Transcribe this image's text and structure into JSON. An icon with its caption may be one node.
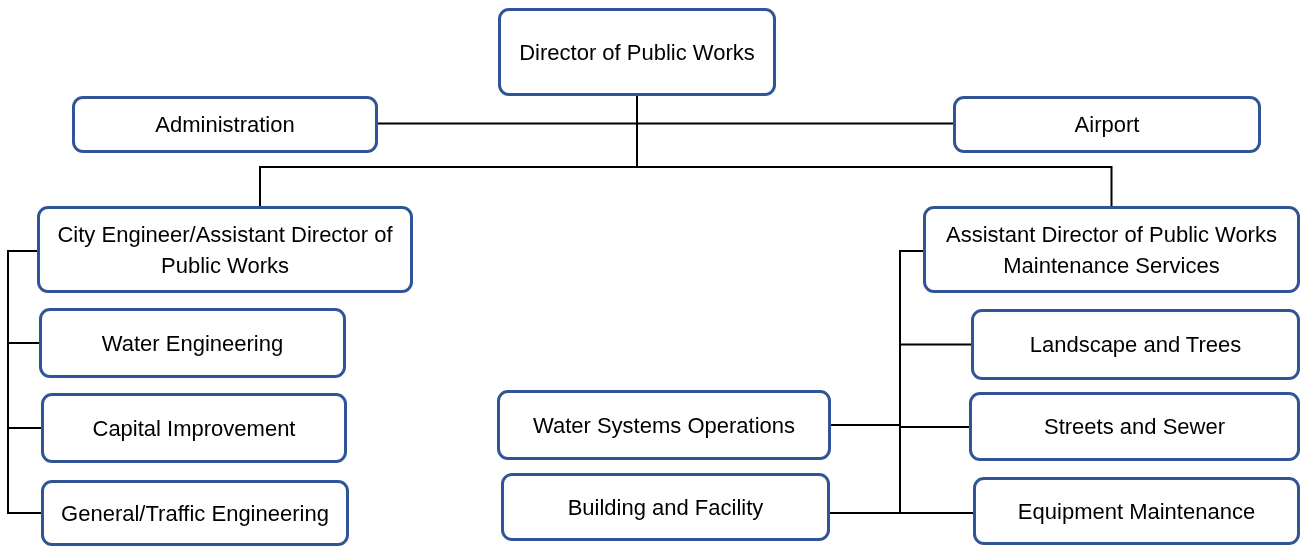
{
  "diagram": {
    "nodes": [
      {
        "text": [
          "Director of Public Works"
        ]
      },
      {
        "text": [
          "Administration"
        ]
      },
      {
        "text": [
          "Airport"
        ]
      },
      {
        "text": [
          "City Engineer/Assistant Director of Public Works"
        ]
      },
      {
        "text": [
          "Water Engineering"
        ]
      },
      {
        "text": [
          "Capital Improvement"
        ]
      },
      {
        "text": [
          "General/Traffic Engineering"
        ]
      },
      {
        "text": [
          "Assistant Director of Public Works Maintenance Services"
        ]
      },
      {
        "text": [
          "Landscape and Trees"
        ]
      },
      {
        "text": [
          "Water Systems Operations"
        ]
      },
      {
        "text": [
          "Streets and Sewer"
        ]
      },
      {
        "text": [
          "Building and Facility"
        ]
      },
      {
        "text": [
          "Equipment Maintenance"
        ]
      }
    ],
    "edges": [
      {
        "from": 0,
        "to": 1,
        "arrow": "none"
      },
      {
        "from": 0,
        "to": 2,
        "arrow": "none"
      },
      {
        "from": 0,
        "to": 3,
        "arrow": "none"
      },
      {
        "from": 0,
        "to": 7,
        "arrow": "none"
      },
      {
        "from": 3,
        "to": 4,
        "arrow": "none"
      },
      {
        "from": 3,
        "to": 5,
        "arrow": "none"
      },
      {
        "from": 3,
        "to": 6,
        "arrow": "none"
      },
      {
        "from": 7,
        "to": 8,
        "arrow": "none"
      },
      {
        "from": 7,
        "to": 9,
        "arrow": "none"
      },
      {
        "from": 7,
        "to": 10,
        "arrow": "none"
      },
      {
        "from": 7,
        "to": 11,
        "arrow": "none"
      },
      {
        "from": 7,
        "to": 12,
        "arrow": "none"
      }
    ]
  }
}
